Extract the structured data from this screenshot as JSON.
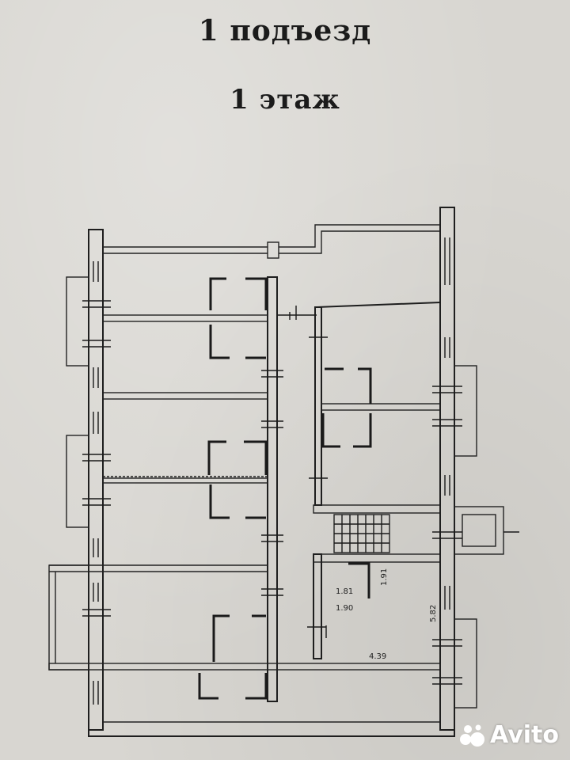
{
  "title": "1 подъезд",
  "subtitle": "1 этаж",
  "dimensions": {
    "d1": "1.81",
    "d2": "1.90",
    "d3": "1.91",
    "d4": "5.82",
    "d5": "4.39"
  },
  "watermark": {
    "text": "Avito",
    "icon": "avito-logo-icon"
  },
  "colors": {
    "paper": "#d8d6d1",
    "ink": "#1e1e1e",
    "watermark": "#ffffff"
  }
}
